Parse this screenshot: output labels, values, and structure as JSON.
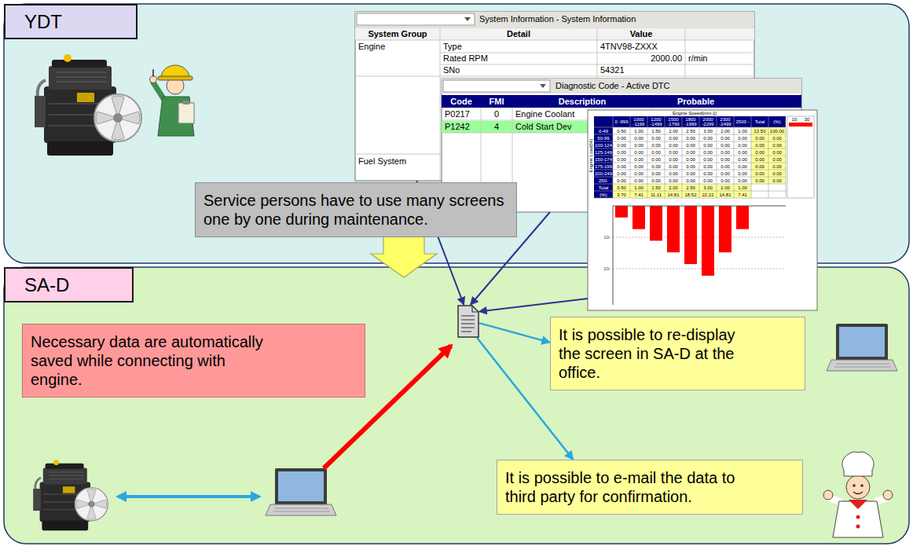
{
  "diagram": {
    "nodes": [
      {
        "text": [
          "YDT"
        ]
      },
      {
        "text": [
          "System Information - System Information",
          "System Group",
          "Detail",
          "Value",
          "Engine",
          "Type",
          "4TNV98-ZXXX",
          "Rated RPM",
          "2000.00",
          "r/min",
          "SNo",
          "54321",
          "Fuel System"
        ],
        "in": 0
      },
      {
        "text": [
          "Diagnostic Code - Active DTC",
          "Code",
          "FMI",
          "Description",
          "Probable",
          "P0217",
          "0",
          "Engine Coolant",
          "P1242",
          "4",
          "Cold Start Dev"
        ],
        "in": 0
      },
      {
        "text": [
          "Engine Speed[min-1]",
          "0 -999",
          "1000 -1199",
          "1200 -1499",
          "1500 -1799",
          "1800 -1999",
          "2000 -2299",
          "2300 -2499",
          "2500 -",
          "Total",
          "(%)",
          "0-49",
          "0.50",
          "1.00",
          "1.50",
          "2.00",
          "2.50",
          "3.00",
          "2.00",
          "1.00",
          "13.50",
          "100.00",
          "50-99",
          "0.00",
          "0.00",
          "0.00",
          "0.00",
          "0.00",
          "0.00",
          "0.00",
          "0.00",
          "0.00",
          "0.00",
          "100-124",
          "0.00",
          "0.00",
          "0.00",
          "0.00",
          "0.00",
          "0.00",
          "0.00",
          "0.00",
          "0.00",
          "0.00",
          "125-149",
          "0.00",
          "0.00",
          "0.00",
          "0.00",
          "0.00",
          "0.00",
          "0.00",
          "0.00",
          "0.00",
          "0.00",
          "150-174",
          "0.00",
          "0.00",
          "0.00",
          "0.00",
          "0.00",
          "0.00",
          "0.00",
          "0.00",
          "0.00",
          "0.00",
          "175-199",
          "0.00",
          "0.00",
          "0.00",
          "0.00",
          "0.00",
          "0.00",
          "0.00",
          "0.00",
          "0.00",
          "0.00",
          "200-249",
          "0.00",
          "0.00",
          "0.00",
          "0.00",
          "0.00",
          "0.00",
          "0.00",
          "0.00",
          "0.00",
          "0.00",
          "250-",
          "0.00",
          "0.00",
          "0.00",
          "0.00",
          "0.00",
          "0.00",
          "0.00",
          "0.00",
          "0.00",
          "0.00",
          "Total",
          "0.50",
          "1.00",
          "1.50",
          "2.00",
          "2.50",
          "3.00",
          "2.00",
          "1.00",
          "(%)",
          "3.70",
          "7.41",
          "11.11",
          "14.81",
          "18.52",
          "22.22",
          "14.81",
          "7.41",
          "Engine Load(%)",
          "10",
          "30",
          "10-",
          "20-"
        ],
        "in": 0
      },
      {
        "text": [
          "Service persons have to use many screens one by one during maintenance."
        ],
        "in": 0
      },
      {
        "text": [
          "SA-D"
        ]
      },
      {
        "text": [
          "Necessary data are automatically saved while connecting with engine."
        ],
        "in": 5
      },
      {
        "text": [],
        "in": 5
      },
      {
        "text": [
          "It is possible to re-display the screen in SA-D at the office."
        ],
        "in": 5
      },
      {
        "text": [
          "It is possible to e-mail the data to third party for confirmation."
        ],
        "in": 5
      }
    ],
    "edges": [
      {
        "from": 1,
        "to": 7,
        "arrow": "to"
      },
      {
        "from": 2,
        "to": 7,
        "arrow": "to"
      },
      {
        "from": 3,
        "to": 7,
        "arrow": "to"
      },
      {
        "from": 7,
        "to": 8,
        "arrow": "to"
      },
      {
        "from": 7,
        "to": 9,
        "arrow": "to"
      }
    ]
  }
}
